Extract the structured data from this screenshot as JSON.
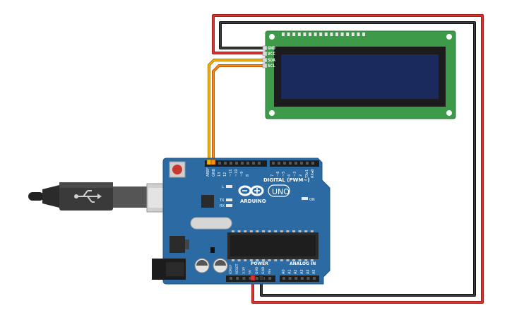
{
  "arduino": {
    "brand": "ARDUINO",
    "model": "UNO",
    "digital_label": "DIGITAL (PWM~)",
    "power_label": "POWER",
    "analog_label": "ANALOG IN",
    "on_label": "ON",
    "led_l": "L",
    "led_tx": "TX",
    "led_rx": "RX",
    "aref": "AREF",
    "gnd": "GND",
    "tx1": "TX▸1",
    "rx0": "RX◂0",
    "digital_pins": [
      "13",
      "12",
      "~11",
      "~10",
      "~9",
      "8",
      "7",
      "~6",
      "~5",
      "4",
      "~3",
      "2"
    ],
    "power_pins": [
      "IOREF",
      "RESET",
      "3.3V",
      "5V",
      "GND",
      "GND",
      "Vin"
    ],
    "analog_pins": [
      "A0",
      "A1",
      "A2",
      "A3",
      "A4",
      "A5"
    ]
  },
  "lcd": {
    "pins": [
      "GND",
      "VCC",
      "SDA",
      "SCL"
    ]
  },
  "colors": {
    "board": "#2b6aa3",
    "pcb_green": "#3b9a48",
    "lcd_screen": "#1a2a5a",
    "wire_red": "#d12a2a",
    "wire_black": "#2a2a2a",
    "wire_yellow": "#e6a400",
    "wire_orange": "#f07800"
  }
}
